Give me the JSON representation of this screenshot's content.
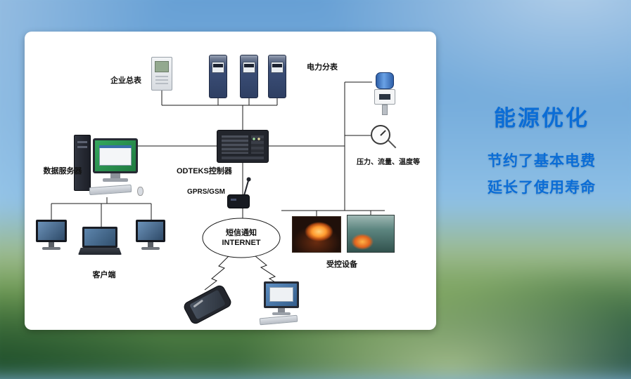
{
  "headline": {
    "title": "能源优化",
    "line1": "节约了基本电费",
    "line2": "延长了使用寿命"
  },
  "diagram": {
    "labels": {
      "enterprise_meter": "企业总表",
      "power_submeters": "电力分表",
      "sensors": "压力、流量、温度等",
      "controller": "ODTEKS控制器",
      "gprs": "GPRS/GSM",
      "data_server": "数据服务器",
      "clients": "客户端",
      "cloud_line1": "短信通知",
      "cloud_line2": "INTERNET",
      "controlled_devices": "受控设备"
    },
    "icons": {
      "enterprise-meter-icon": "utility-meter",
      "power-submeter-icon": "electric-meter",
      "pressure-transmitter-icon": "pressure-sensor",
      "gauge-icon": "dial-gauge",
      "controller-icon": "plc-controller-box",
      "gprs-modem-icon": "antenna-modem",
      "server-computer-icon": "desktop-computer",
      "client-monitor-icon": "crt-monitor",
      "client-laptop-icon": "laptop",
      "furnace-photo": "industrial-equipment-photo",
      "internet-cloud": "ellipse-cloud",
      "lightning-link-icon": "zigzag-wireless-link",
      "smartphone-icon": "smartphone",
      "client-computer-icon": "desktop-computer"
    }
  },
  "colors": {
    "headline_blue": "#0b6dd6",
    "panel_bg": "#ffffff",
    "connection_line": "#1a1a1a"
  }
}
